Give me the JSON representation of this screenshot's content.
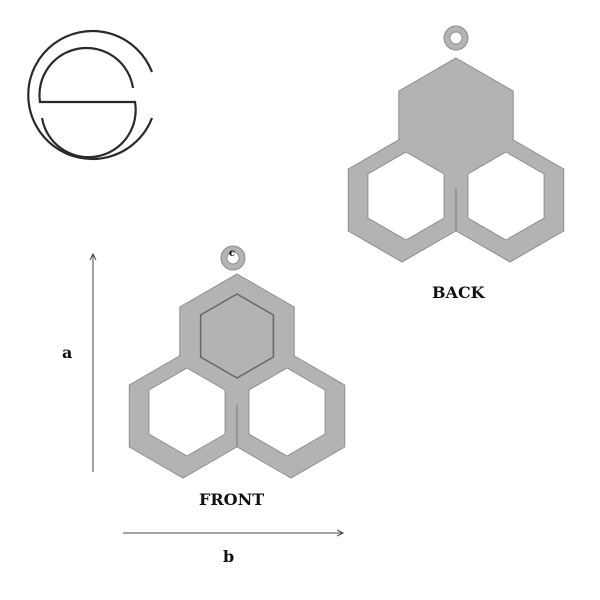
{
  "labels": {
    "back": "BACK",
    "front": "FRONT",
    "dim_a": "a",
    "dim_b": "b",
    "ring_mark": "c"
  },
  "logo": {
    "text": "S",
    "name": "brand-logo"
  },
  "colors": {
    "metal": "#b3b3b3",
    "metal_edge": "#8e8e8e",
    "line": "#333333"
  }
}
